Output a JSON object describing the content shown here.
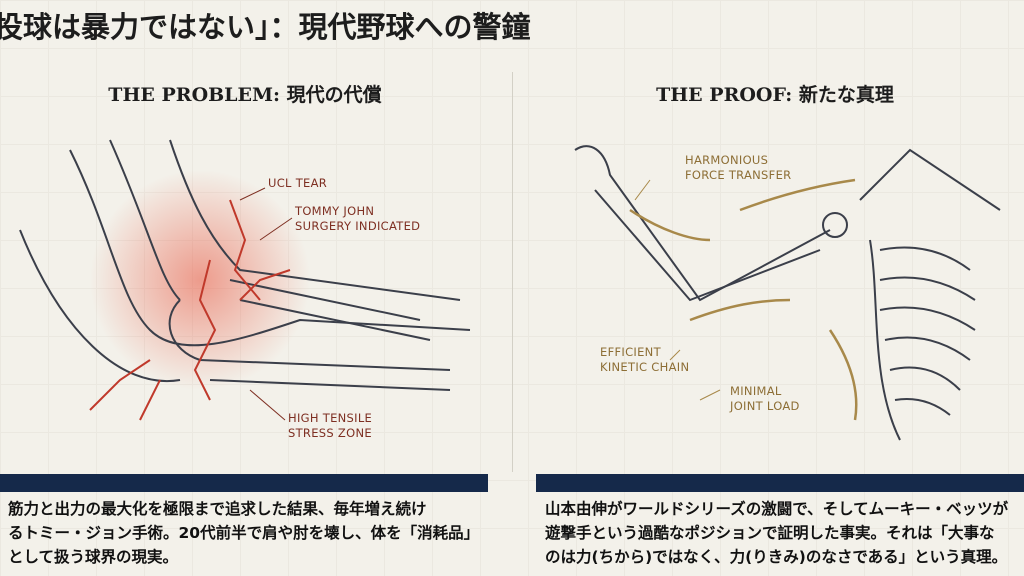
{
  "title": "投球は暴力ではない」：現代野球への警鐘",
  "left": {
    "heading": "THE PROBLEM: 現代の代償",
    "labels": {
      "ucl": "UCL TEAR",
      "tommy1": "TOMMY JOHN",
      "tommy2": "SURGERY INDICATED",
      "stress1": "HIGH TENSILE",
      "stress2": "STRESS ZONE"
    },
    "body": [
      "筋力と出力の最大化を極限まで追求した結果、毎年増え続け",
      "るトミー・ジョン手術。20代前半で肩や肘を壊し、体を「消耗品」",
      "として扱う球界の現実。"
    ]
  },
  "right": {
    "heading": "THE PROOF: 新たな真理",
    "labels": {
      "harm1": "HARMONIOUS",
      "harm2": "FORCE TRANSFER",
      "eff1": "EFFICIENT",
      "eff2": "KINETIC CHAIN",
      "min1": "MINIMAL",
      "min2": "JOINT LOAD"
    },
    "body": [
      "山本由伸がワールドシリーズの激闘で、そしてムーキー・ベッツが",
      "遊撃手という過酷なポジションで証明した事実。それは「大事な",
      "のは力(ちから)ではなく、力(りきみ)のなさである」という真理。"
    ]
  },
  "colors": {
    "navy": "#15294a",
    "injury": "#c0392b",
    "gold": "#a8894a"
  }
}
